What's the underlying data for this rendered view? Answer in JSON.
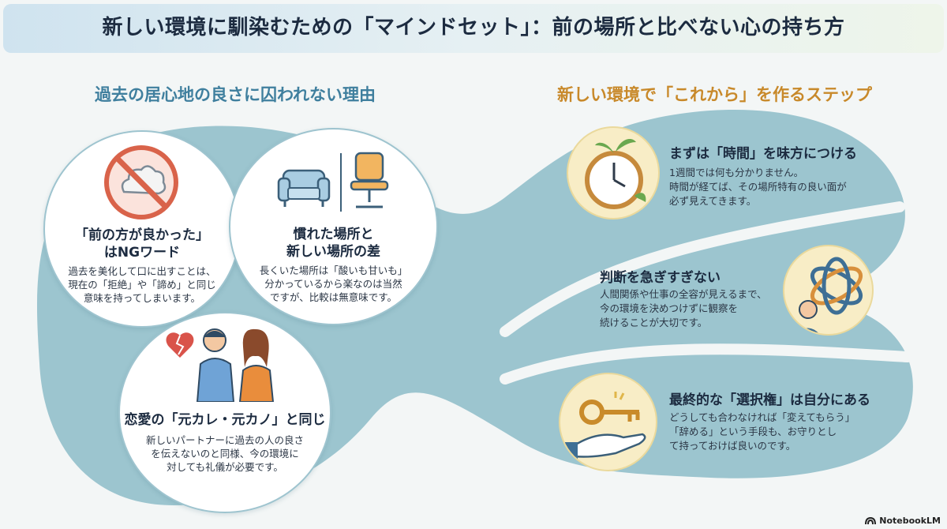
{
  "header": {
    "title": "新しい環境に馴染むための「マインドセット」：前の場所と比べない心の持ち方"
  },
  "left_section": {
    "heading": "過去の居心地の良さに囚われない理由",
    "cards": [
      {
        "title": "「前の方が良かった」\nはNGワード",
        "body": "過去を美化して口に出すことは、\n現在の「拒絶」や「諦め」と同じ\n意味を持ってしまいます。",
        "icon": "no-cloud-icon"
      },
      {
        "title": "慣れた場所と\n新しい場所の差",
        "body": "長くいた場所は「酸いも甘いも」\n分かっているから楽なのは当然\nですが、比較は無意味です。",
        "icon": "armchair-vs-office-chair-icon"
      },
      {
        "title": "恋愛の「元カレ・元カノ」と同じ",
        "body": "新しいパートナーに過去の人の良さ\nを伝えないのと同様、今の環境に\n対しても礼儀が必要です。",
        "icon": "couple-broken-heart-icon"
      }
    ]
  },
  "right_section": {
    "heading": "新しい環境で「これから」を作るステップ",
    "steps": [
      {
        "title": "まずは「時間」を味方につける",
        "body": "1週間では何も分かりません。\n時間が経てば、その場所特有の良い面が\n必ず見えてきます。",
        "icon": "clock-sprout-icon"
      },
      {
        "title": "判断を急ぎすぎない",
        "body": "人間関係や仕事の全容が見えるまで、\n今の環境を決めつけずに観察を\n続けることが大切です。",
        "icon": "thinking-person-knot-icon"
      },
      {
        "title": "最終的な「選択権」は自分にある",
        "body": "どうしても合わなければ「変えてもらう」\n「辞める」という手段も、お守りとし\nて持っておけば良いのです。",
        "icon": "key-in-hand-icon"
      }
    ]
  },
  "footer": {
    "brand": "NotebookLM"
  },
  "colors": {
    "teal": "#9cc5cf",
    "left_heading": "#3f7f9e",
    "right_heading": "#c8892a",
    "icon_bg": "#f8edc6"
  }
}
